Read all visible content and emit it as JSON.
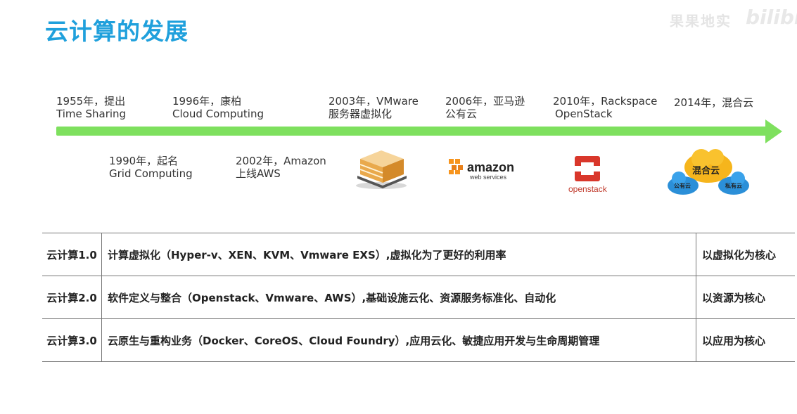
{
  "title": "云计算的发展",
  "watermark": "果果地实",
  "watermark_logo": "bilibili",
  "timeline": {
    "top_events": [
      {
        "line1": "1955年，提出",
        "line2": "Time Sharing"
      },
      {
        "line1": "1996年，康柏",
        "line2": "Cloud Computing"
      },
      {
        "line1": "2003年，VMware",
        "line2": "服务器虚拟化"
      },
      {
        "line1": "2006年，亚马逊",
        "line2": "公有云"
      },
      {
        "line1": "2010年，Rackspace",
        "line2": "OpenStack"
      },
      {
        "line1": "2014年，混合云",
        "line2": ""
      }
    ],
    "bottom_events": [
      {
        "line1": "1990年，起名",
        "line2": "Grid Computing"
      },
      {
        "line1": "2002年，Amazon",
        "line2": "上线AWS"
      }
    ],
    "arrow_color": "#7ee05e"
  },
  "logos": {
    "amazon": {
      "name": "amazon",
      "sub": "web services"
    },
    "openstack": {
      "name": "openstack"
    },
    "hybrid_cloud": {
      "main": "混合云",
      "left": "公有云",
      "right": "私有云"
    }
  },
  "table": {
    "rows": [
      {
        "version": "云计算1.0",
        "description": "计算虚拟化（Hyper-v、XEN、KVM、Vmware EXS）,虚拟化为了更好的利用率",
        "core": "以虚拟化为核心"
      },
      {
        "version": "云计算2.0",
        "description": "软件定义与整合（Openstack、Vmware、AWS）,基础设施云化、资源服务标准化、自动化",
        "core": "以资源为核心"
      },
      {
        "version": "云计算3.0",
        "description": "云原生与重构业务（Docker、CoreOS、Cloud Foundry）,应用云化、敏捷应用开发与生命周期管理",
        "core": "以应用为核心"
      }
    ]
  },
  "colors": {
    "title": "#1fa0dc",
    "arrow": "#7ee05e"
  }
}
